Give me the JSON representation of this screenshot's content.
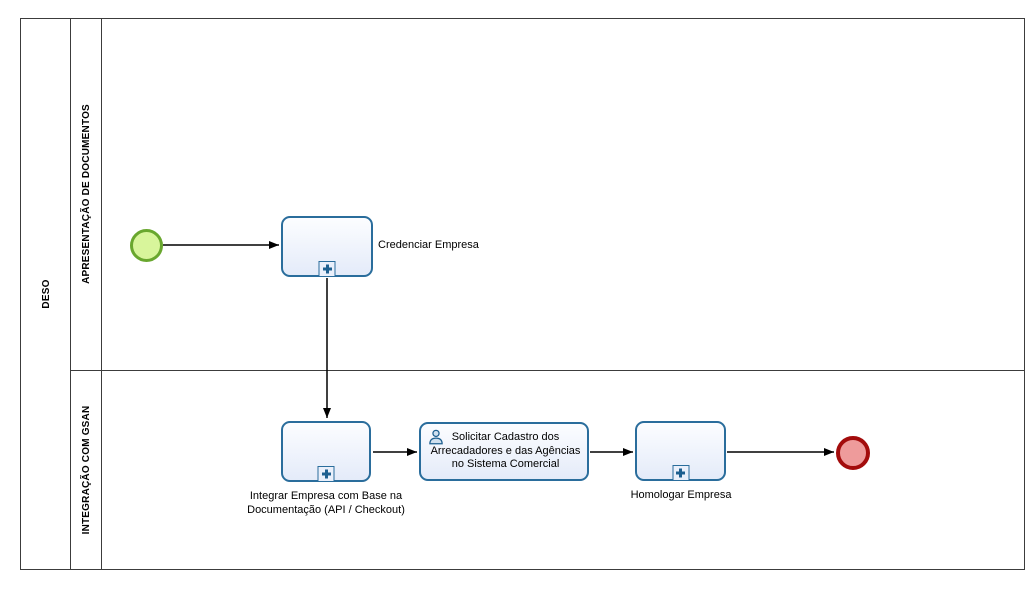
{
  "pool": {
    "label": "DESO"
  },
  "lanes": [
    {
      "label": "APRESENTAÇÃO DE DOCUMENTOS"
    },
    {
      "label": "INTEGRAÇÃO COM GSAN"
    }
  ],
  "nodes": {
    "start_event": {
      "type": "start-event"
    },
    "credenciar": {
      "type": "collapsed-subprocess",
      "label": "Credenciar Empresa"
    },
    "integrar": {
      "type": "collapsed-subprocess",
      "label": "Integrar Empresa com Base na\nDocumentação (API / Checkout)"
    },
    "solicitar": {
      "type": "user-task",
      "label": "Solicitar Cadastro dos Arrecadadores e das Agências no Sistema Comercial"
    },
    "homologar": {
      "type": "collapsed-subprocess",
      "label": "Homologar Empresa"
    },
    "end_event": {
      "type": "end-event"
    }
  },
  "flows": [
    {
      "from": "start_event",
      "to": "credenciar"
    },
    {
      "from": "credenciar",
      "to": "integrar"
    },
    {
      "from": "integrar",
      "to": "solicitar"
    },
    {
      "from": "solicitar",
      "to": "homologar"
    },
    {
      "from": "homologar",
      "to": "end_event"
    }
  ],
  "colors": {
    "task_border": "#2A6D9C",
    "task_fill_top": "#FCFDFF",
    "task_fill_bottom": "#E4EBF9",
    "marker_plus": "#1E6090",
    "start_event_border": "#69A72E",
    "start_event_fill": "#D8F59B",
    "end_event_border": "#A30C0C",
    "end_event_fill": "#EE9B9B",
    "frame_line": "#3C3C3C",
    "flow_line": "#000000"
  }
}
